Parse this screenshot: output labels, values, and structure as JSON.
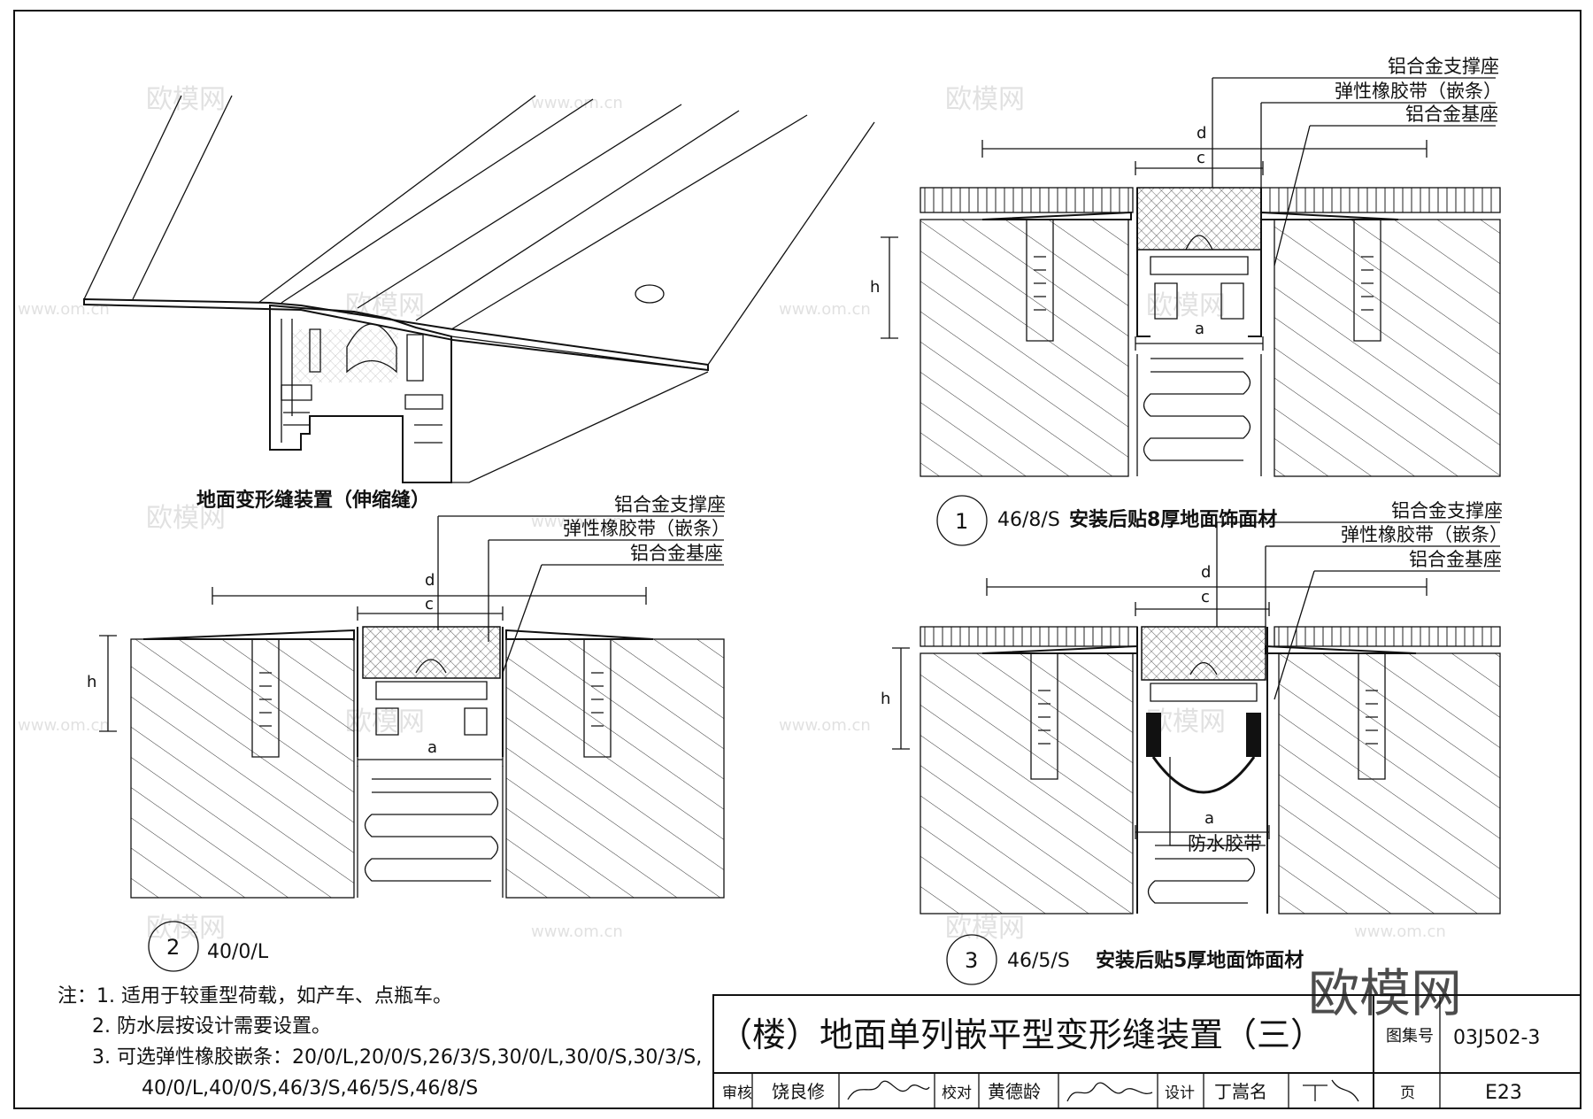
{
  "iso_drawing": {
    "caption": "地面变形缝装置（伸缩缝）"
  },
  "labels": {
    "support": "铝合金支撑座",
    "rubber_strip": "弹性橡胶带（嵌条）",
    "base": "铝合金基座",
    "waterproof_tape": "防水胶带"
  },
  "dims": {
    "d": "d",
    "c": "c",
    "h": "h",
    "a": "a"
  },
  "detail1": {
    "num": "1",
    "code": "46/8/S",
    "desc": "安装后贴8厚地面饰面材"
  },
  "detail2": {
    "num": "2",
    "code": "40/0/L"
  },
  "detail3": {
    "num": "3",
    "code": "46/5/S",
    "desc": "安装后贴5厚地面饰面材"
  },
  "notes": {
    "line1": "注：1. 适用于较重型荷载，如产车、点瓶车。",
    "line2": "2. 防水层按设计需要设置。",
    "line3": "3. 可选弹性橡胶嵌条：20/0/L,20/0/S,26/3/S,30/0/L,30/0/S,30/3/S,",
    "line4": "40/0/L,40/0/S,46/3/S,46/5/S,46/8/S"
  },
  "title_block": {
    "title": "（楼）地面单列嵌平型变形缝装置（三）",
    "atlas_label": "图集号",
    "atlas_no": "03J502-3",
    "review_label": "审核",
    "review_name": "饶良修",
    "check_label": "校对",
    "check_name": "黄德龄",
    "design_label": "设计",
    "design_name": "丁嵩名",
    "page_label": "页",
    "page_no": "E23"
  },
  "watermarks": {
    "brand": "欧模网",
    "url": "www.om.cn"
  }
}
